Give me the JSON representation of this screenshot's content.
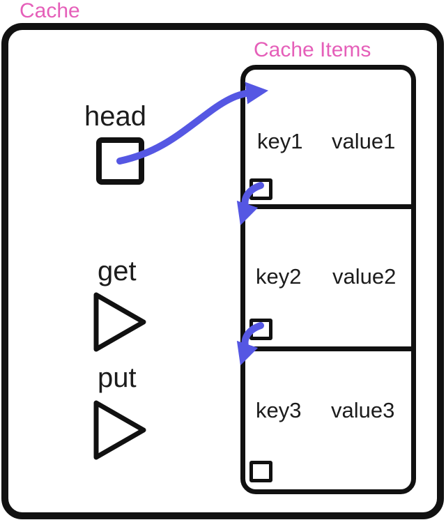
{
  "title": "Cache",
  "cache_items": {
    "title": "Cache Items",
    "items": [
      {
        "key": "key1",
        "value": "value1"
      },
      {
        "key": "key2",
        "value": "value2"
      },
      {
        "key": "key3",
        "value": "value3"
      }
    ]
  },
  "head": {
    "label": "head"
  },
  "operations": {
    "get_label": "get",
    "put_label": "put"
  },
  "icons": {
    "head_pointer": "pointer-square-icon",
    "item_next_pointer": "pointer-square-icon",
    "get": "play-triangle-icon",
    "put": "play-triangle-icon",
    "links": "curved-arrow-icon"
  },
  "colors": {
    "accent_pink": "#e55fb9",
    "arrow_blue": "#5557e3",
    "stroke": "#111111",
    "background": "#ffffff"
  }
}
